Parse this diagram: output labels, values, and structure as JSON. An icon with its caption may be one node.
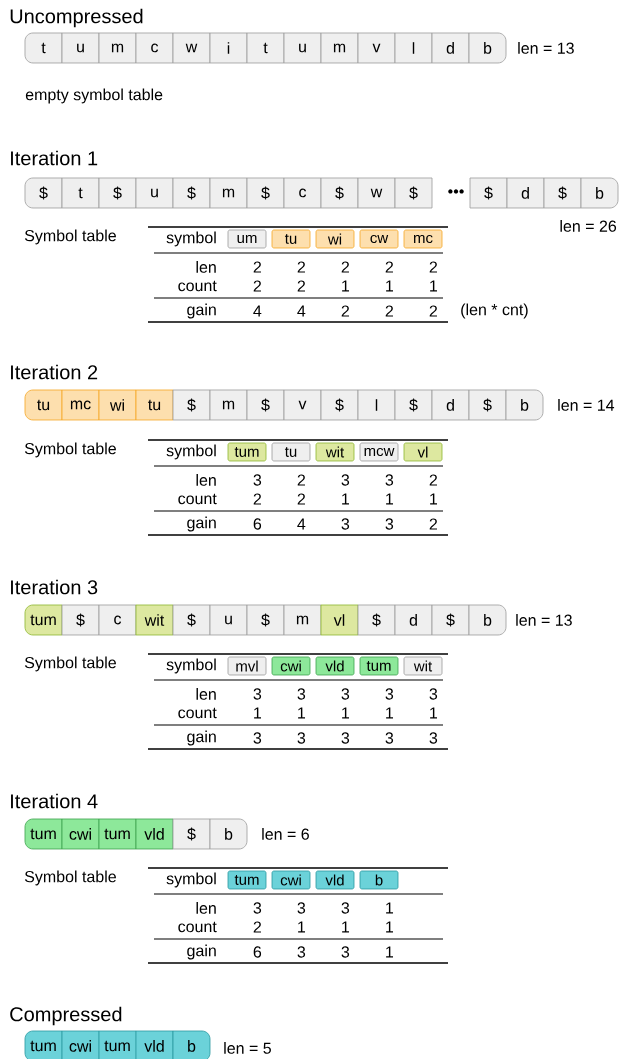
{
  "diagram": {
    "nodes": [
      {
        "text": [
          "t"
        ]
      },
      {
        "text": [
          "u"
        ]
      },
      {
        "text": [
          "m"
        ]
      },
      {
        "text": [
          "c"
        ]
      },
      {
        "text": [
          "w"
        ]
      },
      {
        "text": [
          "i"
        ]
      },
      {
        "text": [
          "t"
        ]
      },
      {
        "text": [
          "u"
        ]
      },
      {
        "text": [
          "m"
        ]
      },
      {
        "text": [
          "v"
        ]
      },
      {
        "text": [
          "l"
        ]
      },
      {
        "text": [
          "d"
        ]
      },
      {
        "text": [
          "b"
        ]
      },
      {
        "text": [
          "$"
        ]
      },
      {
        "text": [
          "t"
        ]
      },
      {
        "text": [
          "$"
        ]
      },
      {
        "text": [
          "u"
        ]
      },
      {
        "text": [
          "$"
        ]
      },
      {
        "text": [
          "m"
        ]
      },
      {
        "text": [
          "$"
        ]
      },
      {
        "text": [
          "c"
        ]
      },
      {
        "text": [
          "$"
        ]
      },
      {
        "text": [
          "w"
        ]
      },
      {
        "text": [
          "$"
        ]
      },
      {
        "text": [
          "$"
        ]
      },
      {
        "text": [
          "d"
        ]
      },
      {
        "text": [
          "$"
        ]
      },
      {
        "text": [
          "b"
        ]
      },
      {
        "text": [
          "um"
        ]
      },
      {
        "text": [
          "tu"
        ]
      },
      {
        "text": [
          "wi"
        ]
      },
      {
        "text": [
          "cw"
        ]
      },
      {
        "text": [
          "mc"
        ]
      },
      {
        "text": [
          "tu"
        ]
      },
      {
        "text": [
          "mc"
        ]
      },
      {
        "text": [
          "wi"
        ]
      },
      {
        "text": [
          "tu"
        ]
      },
      {
        "text": [
          "$"
        ]
      },
      {
        "text": [
          "m"
        ]
      },
      {
        "text": [
          "$"
        ]
      },
      {
        "text": [
          "v"
        ]
      },
      {
        "text": [
          "$"
        ]
      },
      {
        "text": [
          "l"
        ]
      },
      {
        "text": [
          "$"
        ]
      },
      {
        "text": [
          "d"
        ]
      },
      {
        "text": [
          "$"
        ]
      },
      {
        "text": [
          "b"
        ]
      },
      {
        "text": [
          "tum"
        ]
      },
      {
        "text": [
          "tu"
        ]
      },
      {
        "text": [
          "wit"
        ]
      },
      {
        "text": [
          "mcw"
        ]
      },
      {
        "text": [
          "vl"
        ]
      },
      {
        "text": [
          "tum"
        ]
      },
      {
        "text": [
          "$"
        ]
      },
      {
        "text": [
          "c"
        ]
      },
      {
        "text": [
          "wit"
        ]
      },
      {
        "text": [
          "$"
        ]
      },
      {
        "text": [
          "u"
        ]
      },
      {
        "text": [
          "$"
        ]
      },
      {
        "text": [
          "m"
        ]
      },
      {
        "text": [
          "vl"
        ]
      },
      {
        "text": [
          "$"
        ]
      },
      {
        "text": [
          "d"
        ]
      },
      {
        "text": [
          "$"
        ]
      },
      {
        "text": [
          "b"
        ]
      },
      {
        "text": [
          "mvl"
        ]
      },
      {
        "text": [
          "cwi"
        ]
      },
      {
        "text": [
          "vld"
        ]
      },
      {
        "text": [
          "tum"
        ]
      },
      {
        "text": [
          "wit"
        ]
      },
      {
        "text": [
          "tum"
        ]
      },
      {
        "text": [
          "cwi"
        ]
      },
      {
        "text": [
          "tum"
        ]
      },
      {
        "text": [
          "vld"
        ]
      },
      {
        "text": [
          "$"
        ]
      },
      {
        "text": [
          "b"
        ]
      },
      {
        "text": [
          "tum"
        ]
      },
      {
        "text": [
          "cwi"
        ]
      },
      {
        "text": [
          "vld"
        ]
      },
      {
        "text": [
          "b"
        ]
      },
      {
        "text": [
          "tum"
        ]
      },
      {
        "text": [
          "cwi"
        ]
      },
      {
        "text": [
          "tum"
        ]
      },
      {
        "text": [
          "vld"
        ]
      },
      {
        "text": [
          "b"
        ]
      }
    ],
    "labels": [
      "Uncompressed",
      "len = 13",
      "empty symbol table",
      "Iteration 1",
      "•••",
      "len = 26",
      "Symbol table",
      "symbol",
      "len",
      "2",
      "2",
      "2",
      "2",
      "2",
      "count",
      "2",
      "2",
      "1",
      "1",
      "1",
      "gain",
      "4",
      "4",
      "2",
      "2",
      "2",
      "(len * cnt)",
      "Iteration 2",
      "len = 14",
      "Symbol table",
      "symbol",
      "len",
      "3",
      "2",
      "3",
      "3",
      "2",
      "count",
      "2",
      "2",
      "1",
      "1",
      "1",
      "gain",
      "6",
      "4",
      "3",
      "3",
      "2",
      "Iteration 3",
      "len = 13",
      "Symbol table",
      "symbol",
      "len",
      "3",
      "3",
      "3",
      "3",
      "3",
      "count",
      "1",
      "1",
      "1",
      "1",
      "1",
      "gain",
      "3",
      "3",
      "3",
      "3",
      "3",
      "Iteration 4",
      "len = 6",
      "Symbol table",
      "symbol",
      "len",
      "3",
      "3",
      "3",
      "1",
      "count",
      "2",
      "1",
      "1",
      "1",
      "gain",
      "6",
      "3",
      "3",
      "1",
      "Compressed",
      "len = 5"
    ]
  }
}
